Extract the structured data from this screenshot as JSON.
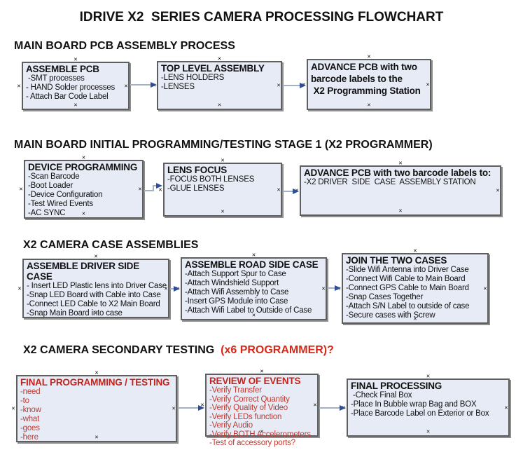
{
  "title": "IDRIVE X2  SERIES CAMERA PROCESSING FLOWCHART",
  "sections": [
    {
      "heading": "MAIN BOARD PCB ASSEMBLY PROCESS",
      "heading_red": ""
    },
    {
      "heading": "MAIN BOARD INITIAL PROGRAMMING/TESTING STAGE 1 (X2 PROGRAMMER)",
      "heading_red": ""
    },
    {
      "heading": "X2 CAMERA CASE ASSEMBLIES",
      "heading_red": ""
    },
    {
      "heading": "X2 CAMERA SECONDARY TESTING ",
      "heading_red": " (x6 PROGRAMMER)?"
    }
  ],
  "boxes": [
    {
      "title": "ASSEMBLE PCB",
      "items": [
        " -SMT processes",
        "- HAND Solder processes",
        "- Attach Bar Code Label"
      ]
    },
    {
      "title": "TOP LEVEL ASSEMBLY",
      "items": [
        "-LENS HOLDERS",
        "-LENSES"
      ]
    },
    {
      "title": "ADVANCE PCB with two\nbarcode labels to the\n X2 Programming Station",
      "items": []
    },
    {
      "title": "DEVICE PROGRAMMING",
      "items": [
        "-Scan Barcode",
        "-Boot Loader",
        "-Device Configuration",
        "-Test Wired Events",
        "-AC SYNC"
      ]
    },
    {
      "title": "LENS FOCUS",
      "items": [
        "-FOCUS BOTH LENSES",
        "-GLUE LENSES"
      ]
    },
    {
      "title": "ADVANCE PCB with two barcode labels to:",
      "items": [
        "-X2 DRIVER  SIDE  CASE  ASSEMBLY STATION"
      ]
    },
    {
      "title": "ASSEMBLE DRIVER SIDE CASE",
      "items": [
        "- Insert LED Plastic lens into Driver Case",
        "-Snap LED Board with Cable into Case",
        "-Connect LED Cable to X2 Main Board",
        "-Snap Main Board into case"
      ]
    },
    {
      "title": "ASSEMBLE ROAD SIDE CASE",
      "items": [
        "-Attach Support Spur to Case",
        "-Attach Windshield Support",
        "-Attach Wifi Assembly to Case",
        "-Insert GPS Module into Case",
        "-Attach Wifi Label to Outside of Case"
      ]
    },
    {
      "title": "JOIN THE TWO CASES",
      "items": [
        "-Slide Wifi Antenna into Driver Case",
        "-Connect Wifi Cable to Main Board",
        "-Connect GPS Cable to Main Board",
        "-Snap Cases Together",
        "-Attach S/N Label to outside of case",
        "-Secure cases with Screw"
      ]
    },
    {
      "title": "FINAL PROGRAMMING / TESTING",
      "items": [
        "-need",
        "-to",
        "-know",
        "-what",
        "-goes",
        "-here"
      ]
    },
    {
      "title": "REVIEW OF EVENTS",
      "items": [
        "-Verify Transfer",
        "-Verify Correct Quantity",
        "-Verify Quality of Video",
        "-Verify LEDs function",
        "-Verify Audio",
        "-Verify BOTH Accelerometers",
        "-Test of accessory ports?"
      ]
    },
    {
      "title": "FINAL PROCESSING",
      "items": [
        " -Check Final Box",
        "-Place In Bubble wrap Bag and BOX",
        "-Place Barcode Label on Exterior or Box"
      ]
    }
  ],
  "colors": {
    "box_fill": "#e6ebf5",
    "box_border": "#5f5f5f",
    "heading_red": "#d42a1a",
    "box_red_title": "#c5221b",
    "box_red_items": "#bf3b33",
    "arrow_line": "#a3b0c6",
    "arrow_head": "#2e4d95"
  },
  "icons": {
    "connection_marker": "×"
  }
}
